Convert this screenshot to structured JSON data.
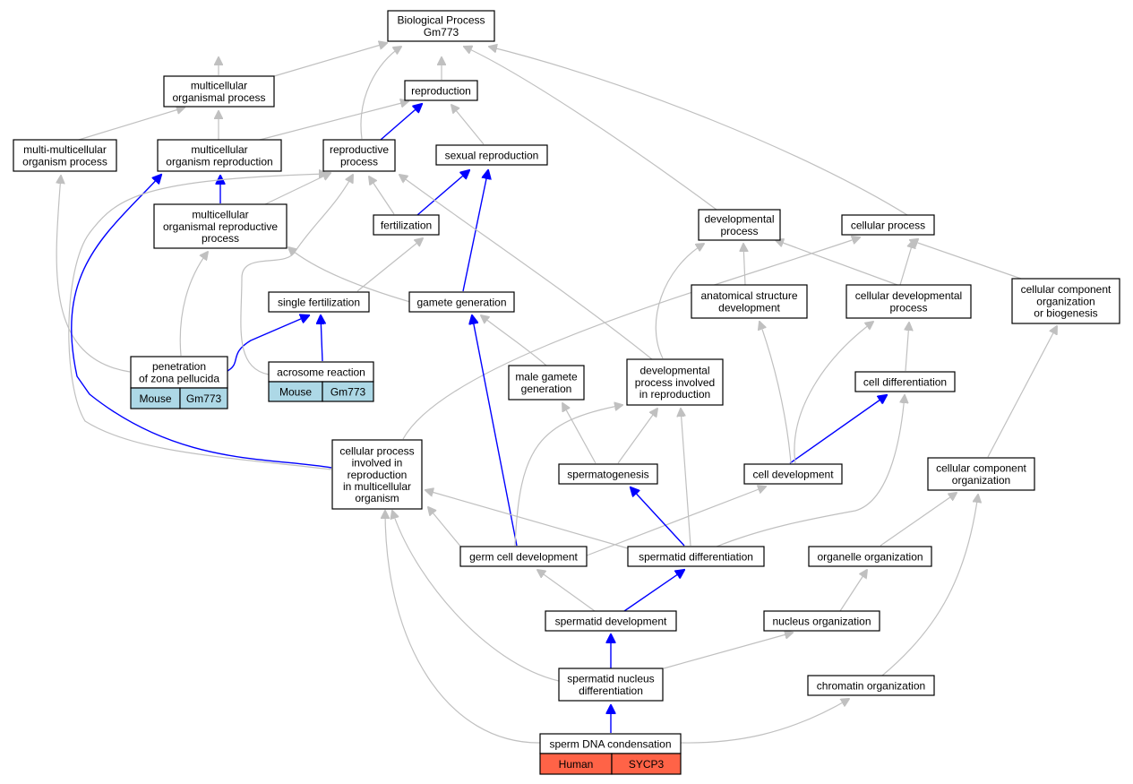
{
  "colors": {
    "gray_edge": "#c0c0c0",
    "blue_edge": "#0000ff",
    "mouse_tag": "#add8e6",
    "human_tag": "#ff6347"
  },
  "nodes": {
    "bp": [
      "Biological Process",
      "Gm773"
    ],
    "mop": [
      "multicellular",
      "organismal process"
    ],
    "rep": [
      "reproduction"
    ],
    "mmop": [
      "multi-multicellular",
      "organism process"
    ],
    "mor": [
      "multicellular",
      "organism reproduction"
    ],
    "rp": [
      "reproductive",
      "process"
    ],
    "sr": [
      "sexual reproduction"
    ],
    "morp": [
      "multicellular",
      "organismal reproductive",
      "process"
    ],
    "fert": [
      "fertilization"
    ],
    "dp": [
      "developmental",
      "process"
    ],
    "cp": [
      "cellular process"
    ],
    "sf": [
      "single fertilization"
    ],
    "gg": [
      "gamete generation"
    ],
    "asd": [
      "anatomical structure",
      "development"
    ],
    "cdp": [
      "cellular developmental",
      "process"
    ],
    "ccob": [
      "cellular component",
      "organization",
      "or biogenesis"
    ],
    "pzp": [
      "penetration",
      "of zona pellucida"
    ],
    "ar": [
      "acrosome reaction"
    ],
    "mgg": [
      "male gamete",
      "generation"
    ],
    "dpir": [
      "developmental",
      "process involved",
      "in reproduction"
    ],
    "cd": [
      "cell differentiation"
    ],
    "cpir": [
      "cellular process",
      "involved in",
      "reproduction",
      "in multicellular",
      "organism"
    ],
    "sg": [
      "spermatogenesis"
    ],
    "cdev": [
      "cell development"
    ],
    "cco": [
      "cellular component",
      "organization"
    ],
    "gcd": [
      "germ cell development"
    ],
    "sd": [
      "spermatid differentiation"
    ],
    "oo": [
      "organelle organization"
    ],
    "sdev": [
      "spermatid development"
    ],
    "no": [
      "nucleus organization"
    ],
    "snd": [
      "spermatid nucleus",
      "differentiation"
    ],
    "co": [
      "chromatin organization"
    ],
    "sdc": [
      "sperm DNA condensation"
    ]
  },
  "tags": {
    "pzp": [
      "Mouse",
      "Gm773"
    ],
    "ar": [
      "Mouse",
      "Gm773"
    ],
    "sdc": [
      "Human",
      "SYCP3"
    ]
  }
}
